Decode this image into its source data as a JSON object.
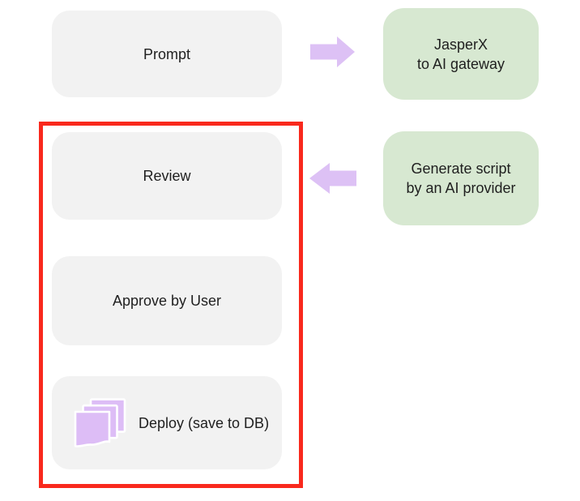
{
  "nodes": {
    "prompt": {
      "label": "Prompt"
    },
    "jasperx_gateway": {
      "label": "JasperX\nto AI gateway"
    },
    "review": {
      "label": "Review"
    },
    "generate_script": {
      "label": "Generate script\nby an AI provider"
    },
    "approve": {
      "label": "Approve by User"
    },
    "deploy": {
      "label": "Deploy (save to DB)"
    }
  },
  "icons": {
    "deploy": "stacked-pages-icon",
    "flow_forward": "arrow-right-icon",
    "flow_back": "arrow-left-icon"
  },
  "colors": {
    "background": "#ffffff",
    "node_gray": "#f2f2f2",
    "node_green": "#d7e8d1",
    "arrow_purple": "#ddc1f5",
    "icon_purple": "#ddbdf6",
    "highlight_red": "#f9291d",
    "text": "#1f1f1f"
  }
}
